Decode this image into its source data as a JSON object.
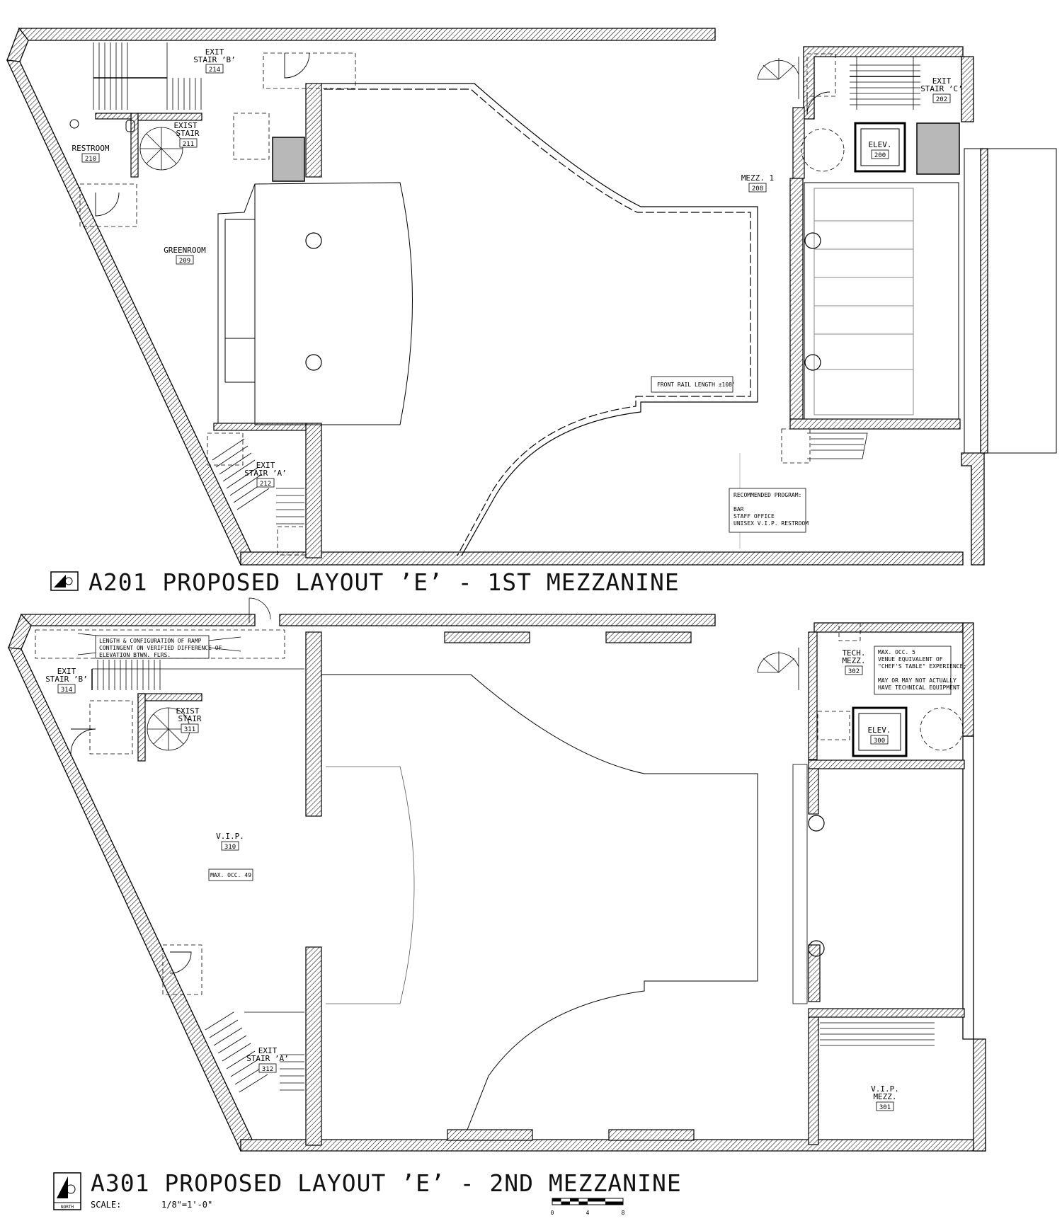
{
  "plan_1": {
    "title": "A201 PROPOSED LAYOUT ’E’ - 1ST MEZZANINE",
    "rooms": {
      "exit_stair_b": {
        "line1": "EXIT",
        "line2": "STAIR ’B’",
        "number": "214"
      },
      "exist_stair": {
        "line1": "EXIST",
        "line2": "STAIR",
        "number": "211"
      },
      "restroom": {
        "name": "RESTROOM",
        "number": "210"
      },
      "greenroom": {
        "name": "GREENROOM",
        "number": "209"
      },
      "exit_stair_a": {
        "line1": "EXIT",
        "line2": "STAIR ’A’",
        "number": "212"
      },
      "exit_stair_c": {
        "line1": "EXIT",
        "line2": "STAIR ’C’",
        "number": "202"
      },
      "elev": {
        "name": "ELEV.",
        "number": "200"
      },
      "mezz": {
        "name": "MEZZ. 1",
        "number": "208"
      }
    },
    "front_rail_note": "FRONT RAIL LENGTH ±108'",
    "program_note": {
      "heading": "RECOMMENDED PROGRAM:",
      "items": [
        "BAR",
        "STAFF OFFICE",
        "UNISEX V.I.P. RESTROOM"
      ]
    }
  },
  "plan_2": {
    "title": "A301 PROPOSED LAYOUT ’E’ - 2ND MEZZANINE",
    "rooms": {
      "exit_stair_b": {
        "line1": "EXIT",
        "line2": "STAIR ’B’",
        "number": "314"
      },
      "exist_stair": {
        "line1": "EXIST",
        "line2": "STAIR",
        "number": "311"
      },
      "vip": {
        "name": "V.I.P.",
        "number": "310",
        "occ": "MAX. OCC. 49"
      },
      "exit_stair_a": {
        "line1": "EXIT",
        "line2": "STAIR ’A’",
        "number": "312"
      },
      "tech_mezz": {
        "line1": "TECH.",
        "line2": "MEZZ.",
        "number": "302"
      },
      "elev": {
        "name": "ELEV.",
        "number": "300"
      },
      "vip_mezz": {
        "line1": "V.I.P.",
        "line2": "MEZZ.",
        "number": "301"
      }
    },
    "ramp_note": [
      "LENGTH & CONFIGURATION OF RAMP",
      "CONTINGENT ON VERIFIED DIFFERENCE OF",
      "ELEVATION BTWN. FLRS."
    ],
    "tech_note": [
      "MAX. OCC. 5",
      "VENUE EQUIVALENT OF",
      "\"CHEF'S TABLE\" EXPERIENCE;",
      "MAY OR MAY NOT ACTUALLY",
      "HAVE TECHNICAL EQUIPMENT"
    ]
  },
  "north_label": "NORTH",
  "scale": {
    "label": "SCALE:",
    "value": "1/8\"=1'-0\"",
    "bar_ticks": [
      "0",
      "4",
      "8"
    ]
  }
}
